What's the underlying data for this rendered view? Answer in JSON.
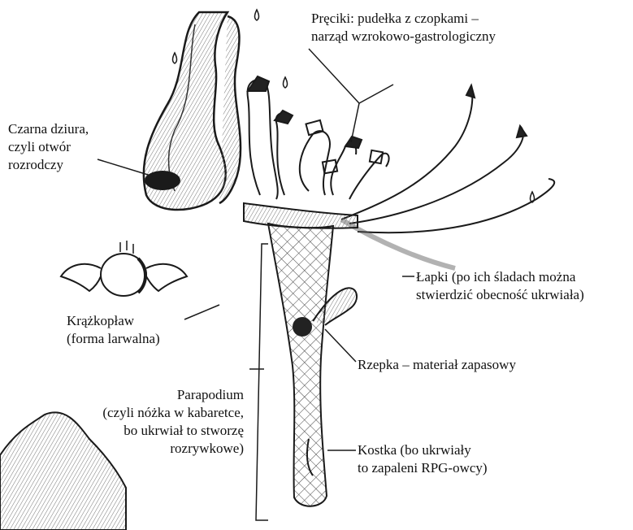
{
  "labels": {
    "preciki": {
      "line1": "Pręciki: pudełka z czopkami –",
      "line2": "narząd wzrokowo-gastrologiczny"
    },
    "czarna_dziura": {
      "line1": "Czarna dziura,",
      "line2": "czyli otwór",
      "line3": "rozrodczy"
    },
    "lapki": {
      "line1": "Łapki (po ich śladach można",
      "line2": "stwierdzić obecność ukrwiała)"
    },
    "krazkoplaw": {
      "line1": "Krążkopław",
      "line2": "(forma larwalna)"
    },
    "rzepka": {
      "line1": "Rzepka – materiał zapasowy"
    },
    "parapodium": {
      "line1": "Parapodium",
      "line2": "(czyli nóżka w kabaretce,",
      "line3": "bo ukrwiał to stworzę",
      "line4": "rozrywkowe)"
    },
    "kostka": {
      "line1": "Kostka (bo ukrwiały",
      "line2": "to zapaleni RPG-owcy)"
    }
  },
  "colors": {
    "ink": "#1a1a1a",
    "shade": "#555555",
    "background": "#ffffff"
  }
}
